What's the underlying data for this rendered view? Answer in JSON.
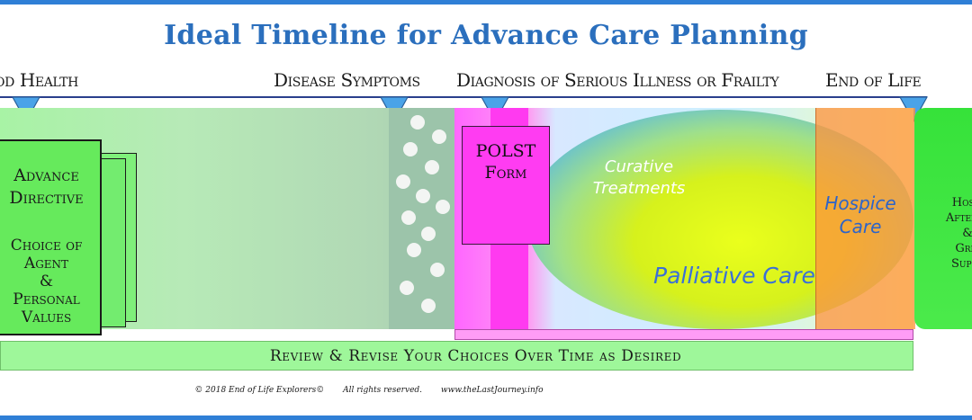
{
  "title": "Ideal Timeline for Advance Care Planning",
  "stages": [
    {
      "label": "od Health"
    },
    {
      "label": "Disease Symptoms"
    },
    {
      "label": "Diagnosis of Serious Illness or Frailty"
    },
    {
      "label": "End of Life"
    }
  ],
  "advance_directive": {
    "title": "Advance\nDirective",
    "body": "Choice of\nAgent\n&\nPersonal\nValues"
  },
  "polst": {
    "label": "POLST\nForm"
  },
  "curative": {
    "label": "Curative\nTreatments"
  },
  "palliative": {
    "label": "Palliative Care"
  },
  "hospice": {
    "label": "Hospice\nCare"
  },
  "aftercare": {
    "label": "Hospi\nAfterca\n&\nGrie\nSuppo"
  },
  "review": {
    "label": "Review & Revise Your Choices Over Time as Desired"
  },
  "footer": {
    "copyright": "© 2018 End of Life Explorers©",
    "rights": "All rights reserved.",
    "website": "www.theLastJourney.info"
  },
  "colors": {
    "title": "#2b6fbd",
    "frame": "#2f7fd6",
    "marker": "#4aa3e8",
    "advance_green": "#66ea5c",
    "polst_pink": "#ff3cf2",
    "hospice_orange": "#ff913c",
    "aftercare_green": "#36e23a",
    "review_green": "#9ef79a"
  }
}
